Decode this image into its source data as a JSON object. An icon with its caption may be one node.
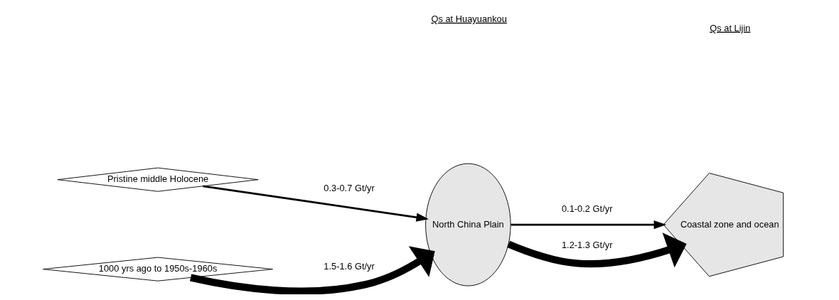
{
  "diagram": {
    "nodes": [
      {
        "text": [
          "Pristine middle Holocene"
        ]
      },
      {
        "text": [
          "1000 yrs ago to 1950s-1960s"
        ]
      },
      {
        "text": [
          "North China Plain"
        ]
      },
      {
        "text": [
          "Coastal zone and ocean"
        ]
      }
    ],
    "edges": [
      {
        "from": 0,
        "to": 2,
        "arrow": "to",
        "label": "0.3-0.7 Gt/yr"
      },
      {
        "from": 1,
        "to": 2,
        "arrow": "to",
        "label": "1.5-1.6 Gt/yr",
        "style": "thick"
      },
      {
        "from": 2,
        "to": 3,
        "arrow": "to",
        "label": "0.1-0.2 Gt/yr"
      },
      {
        "from": 2,
        "to": 3,
        "arrow": "to",
        "label": "1.2-1.3 Gt/yr",
        "style": "thick"
      }
    ],
    "labels": [
      "Qs at Huayuankou",
      "Qs at Lijin"
    ]
  }
}
